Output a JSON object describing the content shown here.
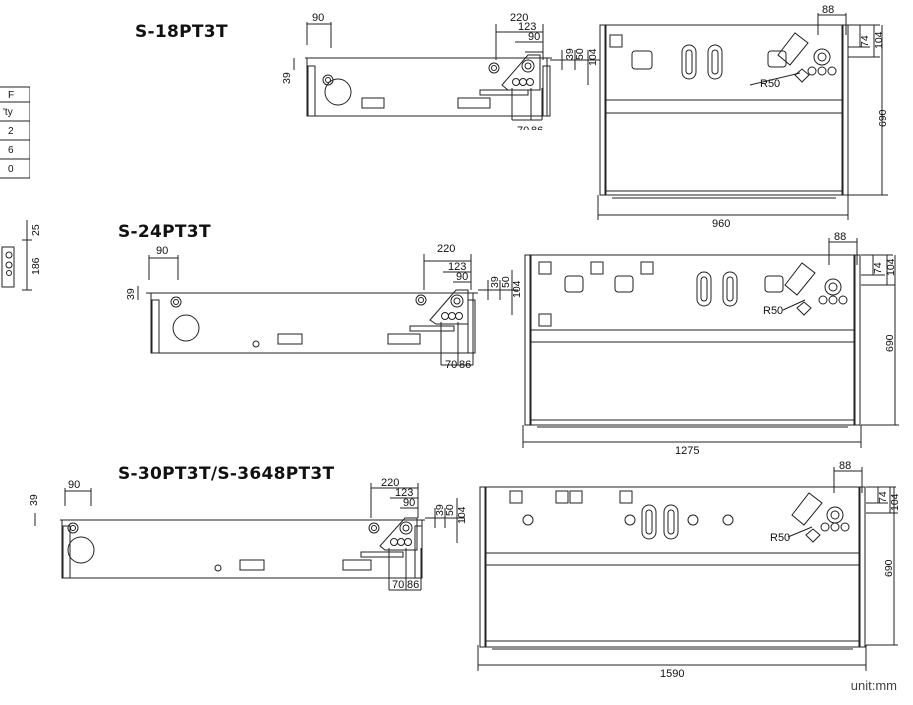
{
  "models": [
    {
      "title": "S-18PT3T"
    },
    {
      "title": "S-24PT3T"
    },
    {
      "title": "S-30PT3T/S-3648PT3T"
    }
  ],
  "dims": {
    "d90": "90",
    "d220": "220",
    "d123": "123",
    "d39": "39",
    "d50": "50",
    "d104": "104",
    "d70": "70",
    "d86": "86",
    "d88": "88",
    "d74": "74",
    "d690": "690",
    "r50": "R50",
    "w960": "960",
    "w1275": "1275",
    "w1590": "1590"
  },
  "side_fragment": {
    "table_rows": [
      "F",
      "'ty",
      "2",
      "6",
      "0"
    ],
    "dim_25": "25",
    "dim_186": "186"
  },
  "unit_label": "unit:mm"
}
